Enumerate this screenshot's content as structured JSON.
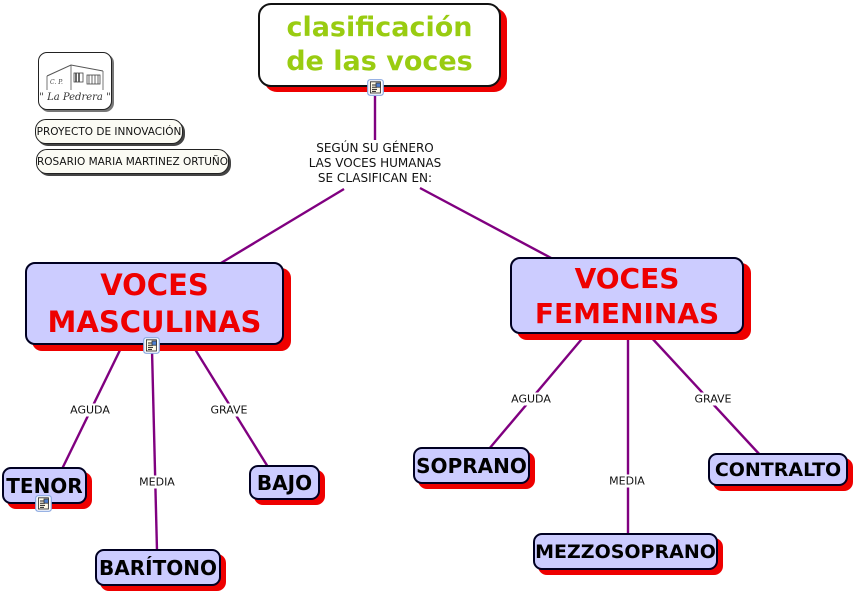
{
  "colors": {
    "line": "#800080",
    "box_fill": "#ccccff",
    "red": "#ee0000",
    "green": "#99cc11"
  },
  "logo": {
    "cp": "C. P.",
    "name": "\" La Pedrera \""
  },
  "credits": {
    "project": "PROYECTO DE INNOVACIÓN",
    "author": "ROSARIO MARIA MARTINEZ ORTUÑO"
  },
  "map": {
    "title": {
      "line1": "clasificación",
      "line2": "de las voces"
    },
    "intro": {
      "line1": "SEGÚN SU GÉNERO",
      "line2": "LAS VOCES HUMANAS",
      "line3": "SE CLASIFICAN EN:"
    },
    "nodes": {
      "masculinas": {
        "line1": "VOCES",
        "line2": "MASCULINAS"
      },
      "femeninas": {
        "line1": "VOCES",
        "line2": "FEMENINAS"
      },
      "tenor": "TENOR",
      "baritono": "BARÍTONO",
      "bajo": "BAJO",
      "soprano": "SOPRANO",
      "mezzosoprano": "MEZZOSOPRANO",
      "contralto": "CONTRALTO"
    },
    "labels": {
      "masc_aguda": "AGUDA",
      "masc_media": "MEDIA",
      "masc_grave": "GRAVE",
      "fem_aguda": "AGUDA",
      "fem_media": "MEDIA",
      "fem_grave": "GRAVE"
    }
  }
}
